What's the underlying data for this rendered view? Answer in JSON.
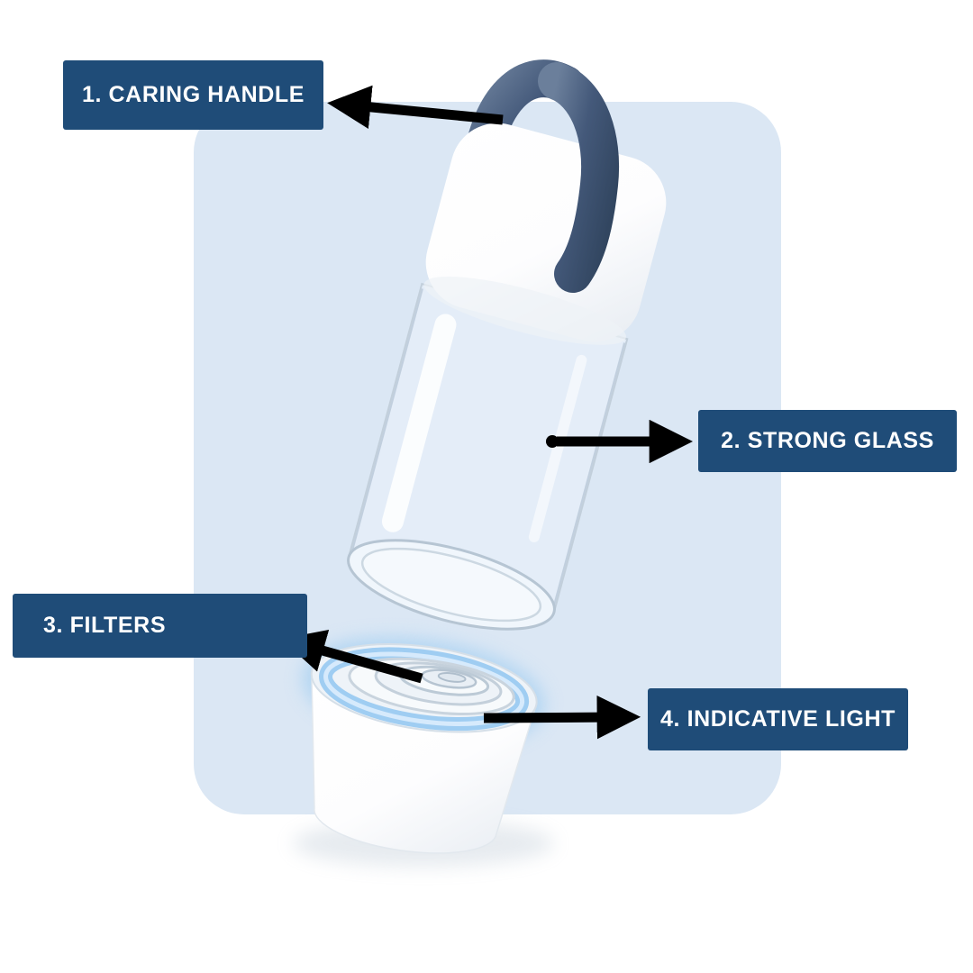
{
  "panel": {
    "background": "#dbe7f4"
  },
  "callouts": [
    {
      "text": "1. CARING HANDLE",
      "arrow": "left"
    },
    {
      "text": "2. STRONG GLASS",
      "arrow": "right"
    },
    {
      "text": "3. FILTERS",
      "arrow": "left"
    },
    {
      "text": "4. INDICATIVE LIGHT",
      "arrow": "right"
    }
  ],
  "colors": {
    "callout_background": "#1f4c78",
    "callout_text": "#ffffff",
    "arrow": "#000000",
    "handle_strap": "#3c5270",
    "indicator_glow": "#a6d0f2",
    "panel_background": "#dbe7f4"
  },
  "illustration": {
    "parts": [
      {
        "name": "caring-handle-strap"
      },
      {
        "name": "bottle-cap"
      },
      {
        "name": "glass-body"
      },
      {
        "name": "filter-stack"
      },
      {
        "name": "indicator-light-ring"
      },
      {
        "name": "base-cup"
      }
    ]
  }
}
